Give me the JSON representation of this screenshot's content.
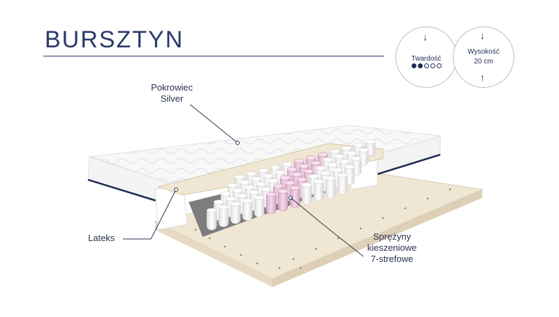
{
  "product": {
    "name": "BURSZTYN"
  },
  "firmness": {
    "label": "Twardość",
    "level": 2,
    "max": 5
  },
  "height": {
    "label": "Wysokość",
    "value": "20 cm"
  },
  "callouts": {
    "cover_line1": "Pokrowiec",
    "cover_line2": "Silver",
    "latex": "Lateks",
    "springs_line1": "Sprężyny",
    "springs_line2": "kieszeniowe",
    "springs_line3": "7-strefowe"
  },
  "colors": {
    "navy": "#1f2d55",
    "pink": "#e8c6db",
    "latex": "#efe6d3",
    "foam": "#f6f6f6"
  }
}
